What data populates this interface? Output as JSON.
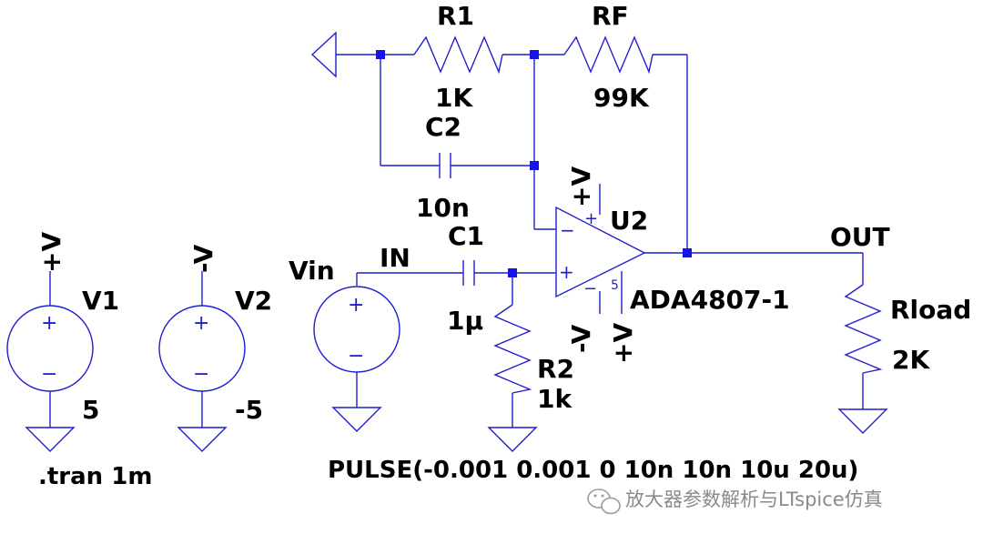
{
  "labels": {
    "r1_name": "R1",
    "r1_value": "1K",
    "rf_name": "RF",
    "rf_value": "99K",
    "c2_name": "C2",
    "c2_value": "10n",
    "c1_name": "C1",
    "c1_value": "1µ",
    "u2_name": "U2",
    "u2_part": "ADA4807-1",
    "in_net": "IN",
    "out_net": "OUT",
    "vin_name": "Vin",
    "v1_name": "V1",
    "v1_value": "5",
    "v2_name": "V2",
    "v2_value": "-5",
    "r2_name": "R2",
    "r2_value": "1k",
    "rload_name": "Rload",
    "rload_value": "2K",
    "vplus_label": "+V",
    "vminus_label": "-V",
    "tran_directive": ".tran 1m",
    "pulse_spec": "PULSE(-0.001 0.001 0 10n 10n 10u 20u)"
  },
  "opamp_pins": {
    "plus": "+",
    "minus": "−",
    "pin5": "5"
  },
  "source_signs": {
    "plus": "+",
    "minus": "−"
  },
  "watermark": {
    "text": "放大器参数解析与LTspice仿真",
    "icon": "wechat-icon"
  },
  "colors": {
    "wire": "#1f1fd0",
    "junction": "#1414e6",
    "text": "#000000"
  }
}
